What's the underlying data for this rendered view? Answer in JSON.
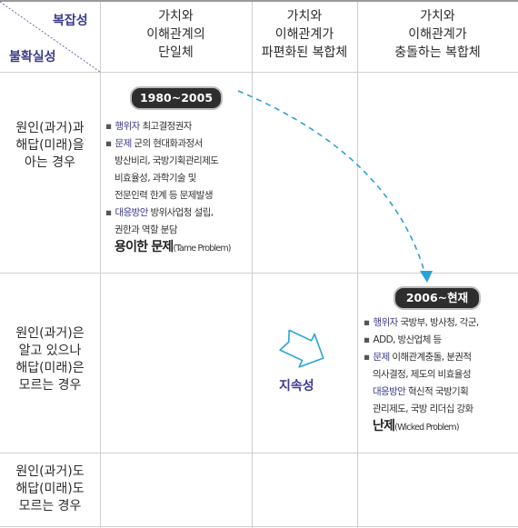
{
  "header": {
    "corner_top": "복잡성",
    "corner_bottom": "불확실성",
    "columns": [
      [
        "가치와",
        "이해관계의",
        "단일체"
      ],
      [
        "가치와",
        "이해관계가",
        "파편화된 복합체"
      ],
      [
        "가치와",
        "이해관계가",
        "충돌하는 복합체"
      ]
    ]
  },
  "rows": [
    [
      "원인(과거)과",
      "해답(미래)을",
      "아는 경우"
    ],
    [
      "원인(과거)은",
      "알고 있으나",
      "해답(미래)은",
      "모르는 경우"
    ],
    [
      "원인(과거)도",
      "해답(미래)도",
      "모르는 경우"
    ]
  ],
  "period1": {
    "label": "1980~2005",
    "actor_key": "행위자",
    "actor_text": "최고결정권자",
    "problem_key": "문제",
    "problem_lines": [
      "군의 현대화과정서",
      "방산비리, 국방기획관리제도",
      "비효율성, 과학기술 및",
      "전문인력 한계 등 문제발생"
    ],
    "response_key": "대응방안",
    "response_lines": [
      "방위사업청 설립,",
      "권한과 역할 분담"
    ],
    "result_big": "용이한 문제",
    "result_small": "(Tame Problem)"
  },
  "period2": {
    "label": "2006~현재",
    "actor_key": "행위자",
    "actor_lines": [
      "국방부, 방사청, 각군,",
      "ADD, 방산업체 등"
    ],
    "problem_key": "문제",
    "problem_lines": [
      "이해관계충돌, 분권적",
      "의사결정, 제도의 비효율성"
    ],
    "response_key": "대응방안",
    "response_lines": [
      "혁신적 국방기획",
      "관리제도, 국방 리더십 강화"
    ],
    "result_big": "난제",
    "result_small": "(Wicked Problem)"
  },
  "persistence_label": "지속성",
  "colors": {
    "accent": "#3b3b8f",
    "arrow": "#2aa3d8",
    "pill": "#2e2e2e"
  }
}
